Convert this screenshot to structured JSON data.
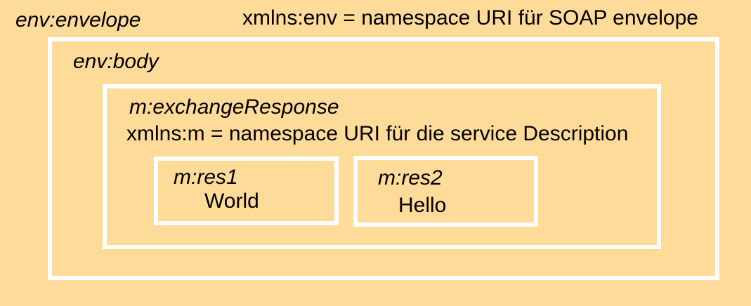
{
  "envelope": {
    "label": "env:envelope",
    "namespace_note": "xmlns:env = namespace URI für SOAP envelope"
  },
  "body": {
    "label": "env:body"
  },
  "response": {
    "label": "m:exchangeResponse",
    "namespace_note": "xmlns:m = namespace URI für die service Description"
  },
  "res1": {
    "label": "m:res1",
    "value": "World"
  },
  "res2": {
    "label": "m:res2",
    "value": "Hello"
  },
  "colors": {
    "background": "#FFDB99",
    "border": "#FFFFFF",
    "text": "#000000"
  }
}
